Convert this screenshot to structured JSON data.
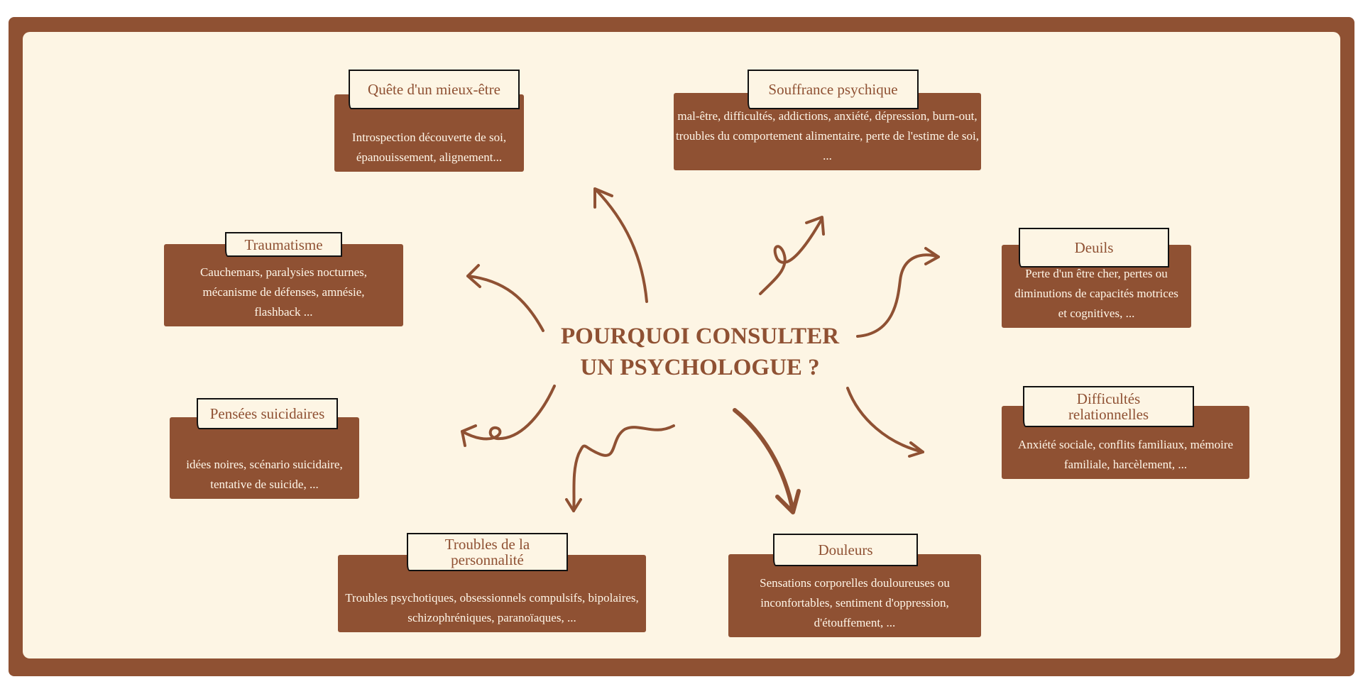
{
  "title_line1": "POURQUOI CONSULTER",
  "title_line2": "UN PSYCHOLOGUE ?",
  "colors": {
    "brown": "#8f5133",
    "cream": "#fdf5e4"
  },
  "topics": [
    {
      "title": "Quête d'un mieux-être",
      "text": "Introspection découverte de soi,  épanouissement, alignement..."
    },
    {
      "title": "Souffrance psychique",
      "text": "mal-être, difficultés, addictions, anxiété, dépression, burn-out, troubles du comportement alimentaire, perte de l'estime de soi, ..."
    },
    {
      "title": "Traumatisme",
      "text": "Cauchemars, paralysies nocturnes, mécanisme de défenses, amnésie, flashback ..."
    },
    {
      "title": "Deuils",
      "text": "Perte d'un être cher, pertes ou diminutions de capacités motrices et cognitives, ..."
    },
    {
      "title": "Pensées suicidaires",
      "text": "idées noires, scénario suicidaire, tentative de suicide, ..."
    },
    {
      "title": "Difficultés relationnelles",
      "text": "Anxiété sociale, conflits familiaux, mémoire familiale, harcèlement, ..."
    },
    {
      "title": "Troubles de la personnalité",
      "text": "Troubles psychotiques, obsessionnels compulsifs, bipolaires, schizophréniques, paranoïaques, ..."
    },
    {
      "title": "Douleurs",
      "text": "Sensations corporelles douloureuses ou inconfortables, sentiment d'oppression, d'étouffement, ..."
    }
  ]
}
